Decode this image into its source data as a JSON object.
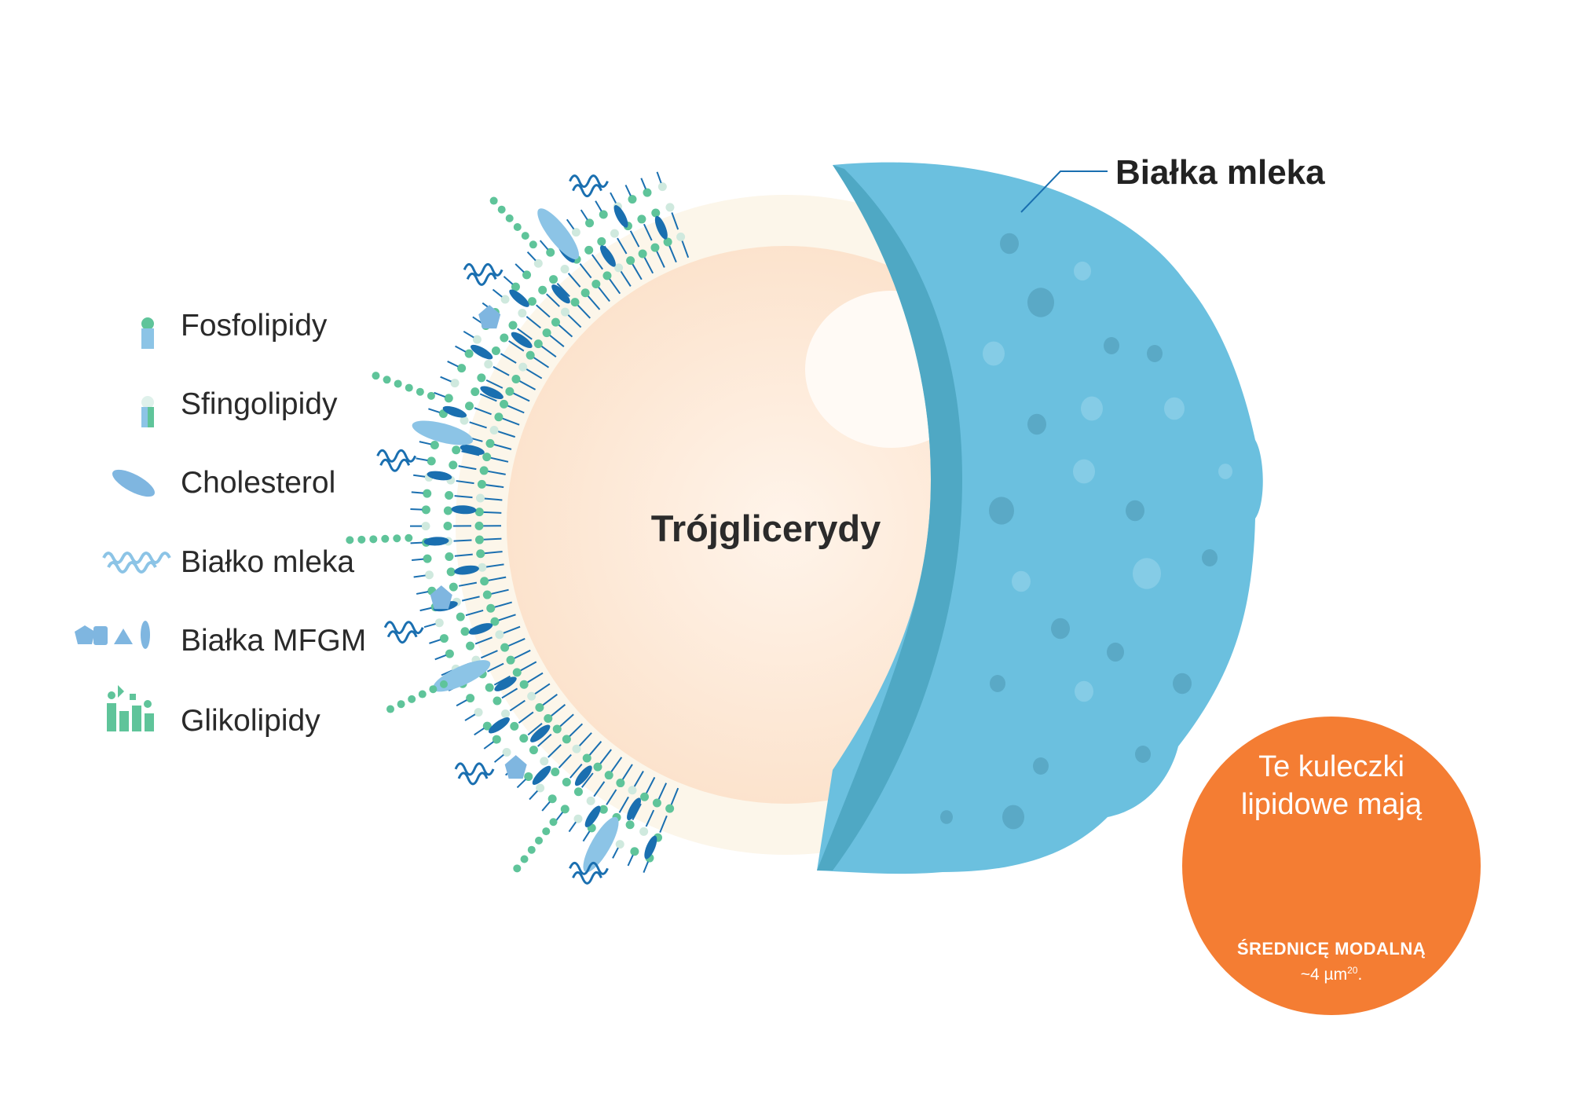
{
  "legend": {
    "items": [
      {
        "label": "Fosfolipidy",
        "icon": "phospholipid-icon"
      },
      {
        "label": "Sfingolipidy",
        "icon": "sphingolipid-icon"
      },
      {
        "label": "Cholesterol",
        "icon": "cholesterol-icon"
      },
      {
        "label": "Białko mleka",
        "icon": "milk-protein-icon"
      },
      {
        "label": "Białka MFGM",
        "icon": "mfgm-proteins-icon"
      },
      {
        "label": "Glikolipidy",
        "icon": "glycolipid-icon"
      }
    ]
  },
  "core_label": "Trójglicerydy",
  "milk_protein_label": "Białka mleka",
  "badge": {
    "line1": "Te kuleczki",
    "line2": "lipidowe mają",
    "line3": "ŚREDNICĘ MODALNĄ",
    "value": "~4 µm",
    "ref": "20",
    "suffix": "."
  },
  "colors": {
    "protein_blue": "#6bc0df",
    "protein_dark": "#4fa8c4",
    "core": "#fde8d6",
    "phospholipid_head": "#5fc49a",
    "badge_orange": "#f47d33",
    "dark_blue": "#1a6fb0"
  }
}
